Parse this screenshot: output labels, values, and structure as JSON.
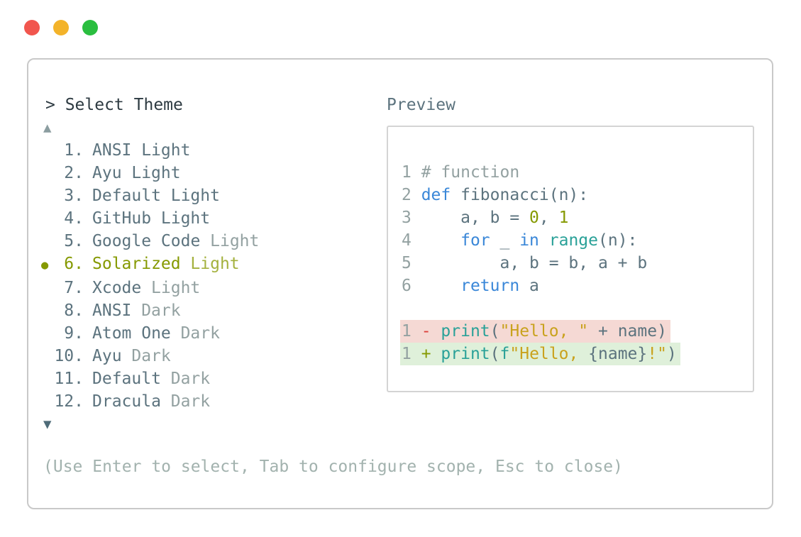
{
  "window": {
    "controls": [
      "close",
      "minimize",
      "zoom"
    ]
  },
  "header": {
    "prompt": "> Select Theme"
  },
  "theme_list": {
    "up_arrow": "▲",
    "down_arrow": "▼",
    "bullet_glyph": "●",
    "items": [
      {
        "number": "1.",
        "name": "ANSI",
        "suffix": "Light",
        "name_color": "slate",
        "suffix_color": "slate",
        "selected": false
      },
      {
        "number": "2.",
        "name": "Ayu",
        "suffix": "Light",
        "name_color": "slate",
        "suffix_color": "slate",
        "selected": false
      },
      {
        "number": "3.",
        "name": "Default",
        "suffix": "Light",
        "name_color": "slate",
        "suffix_color": "slate",
        "selected": false
      },
      {
        "number": "4.",
        "name": "GitHub",
        "suffix": "Light",
        "name_color": "slate",
        "suffix_color": "slate",
        "selected": false
      },
      {
        "number": "5.",
        "name": "Google Code",
        "suffix": "Light",
        "name_color": "slate",
        "suffix_color": "muted",
        "selected": false
      },
      {
        "number": "6.",
        "name": "Solarized",
        "suffix": "Light",
        "name_color": "olive",
        "suffix_color": "olive_muted",
        "selected": true
      },
      {
        "number": "7.",
        "name": "Xcode",
        "suffix": "Light",
        "name_color": "slate",
        "suffix_color": "muted",
        "selected": false
      },
      {
        "number": "8.",
        "name": "ANSI",
        "suffix": "Dark",
        "name_color": "slate",
        "suffix_color": "muted",
        "selected": false
      },
      {
        "number": "9.",
        "name": "Atom One",
        "suffix": "Dark",
        "name_color": "slate",
        "suffix_color": "muted",
        "selected": false
      },
      {
        "number": "10.",
        "name": "Ayu",
        "suffix": "Dark",
        "name_color": "slate",
        "suffix_color": "muted",
        "selected": false
      },
      {
        "number": "11.",
        "name": "Default",
        "suffix": "Dark",
        "name_color": "slate",
        "suffix_color": "muted",
        "selected": false
      },
      {
        "number": "12.",
        "name": "Dracula",
        "suffix": "Dark",
        "name_color": "slate",
        "suffix_color": "muted",
        "selected": false
      }
    ]
  },
  "preview": {
    "label": "Preview",
    "code_lines": [
      [
        {
          "t": "1 ",
          "c": "ln"
        },
        {
          "t": "# function",
          "c": "com"
        }
      ],
      [
        {
          "t": "2 ",
          "c": "ln"
        },
        {
          "t": "def",
          "c": "kw"
        },
        {
          "t": " fibonacci(n):",
          "c": "txt"
        }
      ],
      [
        {
          "t": "3 ",
          "c": "ln"
        },
        {
          "t": "    a, b = ",
          "c": "txt"
        },
        {
          "t": "0",
          "c": "num"
        },
        {
          "t": ", ",
          "c": "txt"
        },
        {
          "t": "1",
          "c": "num"
        }
      ],
      [
        {
          "t": "4 ",
          "c": "ln"
        },
        {
          "t": "    ",
          "c": "txt"
        },
        {
          "t": "for",
          "c": "kw"
        },
        {
          "t": " _ ",
          "c": "txt"
        },
        {
          "t": "in",
          "c": "kw"
        },
        {
          "t": " ",
          "c": "txt"
        },
        {
          "t": "range",
          "c": "builtin"
        },
        {
          "t": "(n):",
          "c": "txt"
        }
      ],
      [
        {
          "t": "5 ",
          "c": "ln"
        },
        {
          "t": "        a, b = b, a + b",
          "c": "txt"
        }
      ],
      [
        {
          "t": "6 ",
          "c": "ln"
        },
        {
          "t": "    ",
          "c": "txt"
        },
        {
          "t": "return",
          "c": "kw"
        },
        {
          "t": " a",
          "c": "txt"
        }
      ]
    ],
    "diff_lines": [
      {
        "bg": "removed",
        "tokens": [
          {
            "t": "1 ",
            "c": "ln"
          },
          {
            "t": "-",
            "c": "minus"
          },
          {
            "t": " ",
            "c": "txt"
          },
          {
            "t": "print",
            "c": "builtin"
          },
          {
            "t": "(",
            "c": "txt"
          },
          {
            "t": "\"Hello, \"",
            "c": "str"
          },
          {
            "t": " + name)",
            "c": "txt"
          }
        ]
      },
      {
        "bg": "added",
        "tokens": [
          {
            "t": "1 ",
            "c": "ln"
          },
          {
            "t": "+",
            "c": "plus"
          },
          {
            "t": " ",
            "c": "txt"
          },
          {
            "t": "print",
            "c": "builtin"
          },
          {
            "t": "(",
            "c": "txt"
          },
          {
            "t": "f",
            "c": "builtin"
          },
          {
            "t": "\"Hello, ",
            "c": "str"
          },
          {
            "t": "{name}",
            "c": "txt"
          },
          {
            "t": "!\"",
            "c": "str"
          },
          {
            "t": ")",
            "c": "txt"
          }
        ]
      }
    ]
  },
  "footer": {
    "hint": "(Use Enter to select, Tab to configure scope, Esc to close)"
  },
  "colors": {
    "traffic": {
      "close": "#f1564e",
      "minimize": "#f3b32a",
      "zoom": "#2abe3f"
    },
    "prompt_text": "#2d3a41",
    "preview_label": "#5c737e",
    "footer_text": "#a2b2ae",
    "arrow_up": "#8b9da0",
    "arrow_down": "#4e6b78",
    "panel_border": "#c9c9c9",
    "preview_border": "#d4d4d4",
    "palette": {
      "slate": "#5c737e",
      "muted": "#93a1a1",
      "olive": "#859900",
      "olive_muted": "#a4b13e"
    },
    "syntax": {
      "ln": "#93a1a1",
      "com": "#93a1a1",
      "txt": "#5c737e",
      "kw": "#3a87d8",
      "builtin": "#2aa198",
      "num": "#859900",
      "str": "#c9a21d",
      "minus": "#dc403a",
      "plus": "#859900"
    },
    "diff_bg": {
      "removed": "#f5d9d4",
      "added": "#dff0da"
    }
  }
}
